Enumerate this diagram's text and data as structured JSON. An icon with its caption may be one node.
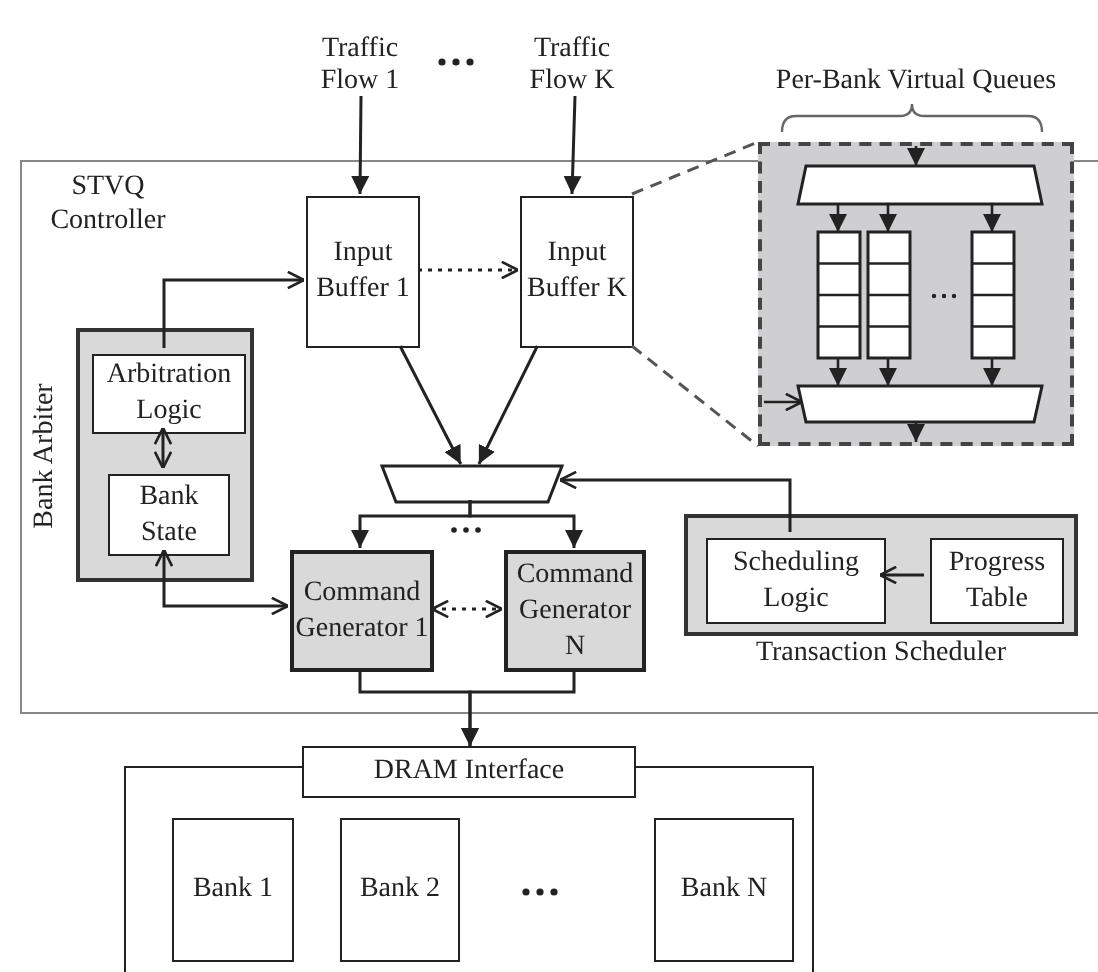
{
  "diagram": {
    "nodes": [
      {
        "text": [
          "Traffic Flow 1"
        ]
      },
      {
        "text": [
          "Traffic Flow K"
        ]
      },
      {
        "text": [
          "STVQ Controller"
        ]
      },
      {
        "text": [
          "Bank Arbiter"
        ],
        "in": 2
      },
      {
        "text": [
          "Arbitration Logic"
        ],
        "in": 3
      },
      {
        "text": [
          "Bank State"
        ],
        "in": 3
      },
      {
        "text": [
          "Input Buffer 1"
        ],
        "in": 2
      },
      {
        "text": [
          "Input Buffer K"
        ],
        "in": 2
      },
      {
        "text": [],
        "shape": "trapezoid",
        "in": 2
      },
      {
        "text": [
          "Command Generator 1"
        ],
        "in": 2
      },
      {
        "text": [
          "Command Generator N"
        ],
        "in": 2
      },
      {
        "text": [
          "Transaction Scheduler"
        ],
        "in": 2
      },
      {
        "text": [
          "Scheduling Logic"
        ],
        "in": 11
      },
      {
        "text": [
          "Progress Table"
        ],
        "in": 11
      },
      {
        "text": [
          "Per-Bank Virtual Queues"
        ]
      },
      {
        "text": [],
        "shape": "box"
      },
      {
        "text": [
          "DRAM Interface"
        ]
      },
      {
        "text": [
          "Bank 1"
        ],
        "in": 15
      },
      {
        "text": [
          "Bank 2"
        ],
        "in": 15
      },
      {
        "text": [
          "Bank N"
        ],
        "in": 15
      }
    ],
    "edges": [
      {
        "from": 0,
        "to": 6,
        "arrow": "to"
      },
      {
        "from": 1,
        "to": 7,
        "arrow": "to"
      },
      {
        "from": 4,
        "to": 6,
        "arrow": "to"
      },
      {
        "from": 6,
        "to": 7,
        "arrow": "to",
        "style": "dashed"
      },
      {
        "from": 6,
        "to": 8,
        "arrow": "to"
      },
      {
        "from": 7,
        "to": 8,
        "arrow": "to"
      },
      {
        "from": 12,
        "to": 8,
        "arrow": "to"
      },
      {
        "from": 8,
        "to": 9,
        "arrow": "to"
      },
      {
        "from": 8,
        "to": 10,
        "arrow": "to"
      },
      {
        "from": 4,
        "to": 5,
        "arrow": "both"
      },
      {
        "from": 5,
        "to": 9,
        "arrow": "both"
      },
      {
        "from": 9,
        "to": 10,
        "arrow": "both",
        "style": "dashed"
      },
      {
        "from": 13,
        "to": 12,
        "arrow": "to"
      },
      {
        "from": 9,
        "to": 16,
        "arrow": "to"
      },
      {
        "from": 10,
        "to": 16,
        "arrow": "to"
      },
      {
        "from": 7,
        "to": 14,
        "arrow": "none",
        "style": "dashed",
        "color": "#555555"
      },
      {
        "from": 7,
        "to": 14,
        "arrow": "none",
        "style": "dashed",
        "color": "#555555"
      }
    ]
  }
}
